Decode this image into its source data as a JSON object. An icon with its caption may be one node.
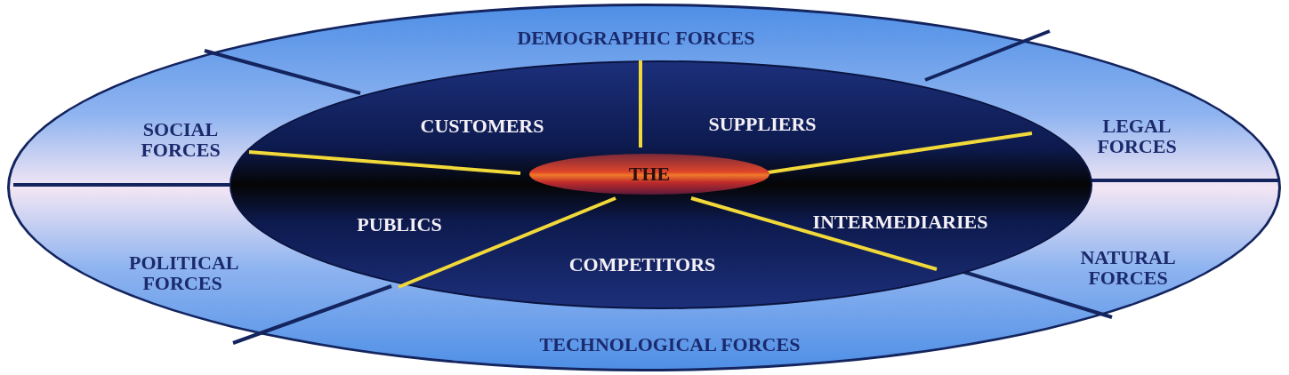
{
  "diagram": {
    "nodes": [
      {
        "text": [],
        "shape": "ellipse"
      },
      {
        "text": [
          "DEMOGRAPHIC FORCES"
        ],
        "in": 0
      },
      {
        "text": [
          "SOCIAL FORCES"
        ],
        "in": 0
      },
      {
        "text": [
          "LEGAL FORCES"
        ],
        "in": 0
      },
      {
        "text": [
          "POLITICAL FORCES"
        ],
        "in": 0
      },
      {
        "text": [
          "NATURAL FORCES"
        ],
        "in": 0
      },
      {
        "text": [
          "TECHNOLOGICAL FORCES"
        ],
        "in": 0
      },
      {
        "text": [],
        "shape": "ellipse",
        "in": 0
      },
      {
        "text": [
          "CUSTOMERS"
        ],
        "in": 7
      },
      {
        "text": [
          "SUPPLIERS"
        ],
        "in": 7
      },
      {
        "text": [
          "PUBLICS"
        ],
        "in": 7
      },
      {
        "text": [
          "THE"
        ],
        "in": 7
      },
      {
        "text": [
          "INTERMEDIARIES"
        ],
        "in": 7
      },
      {
        "text": [
          "COMPETITORS"
        ],
        "in": 7
      }
    ],
    "edges": []
  }
}
